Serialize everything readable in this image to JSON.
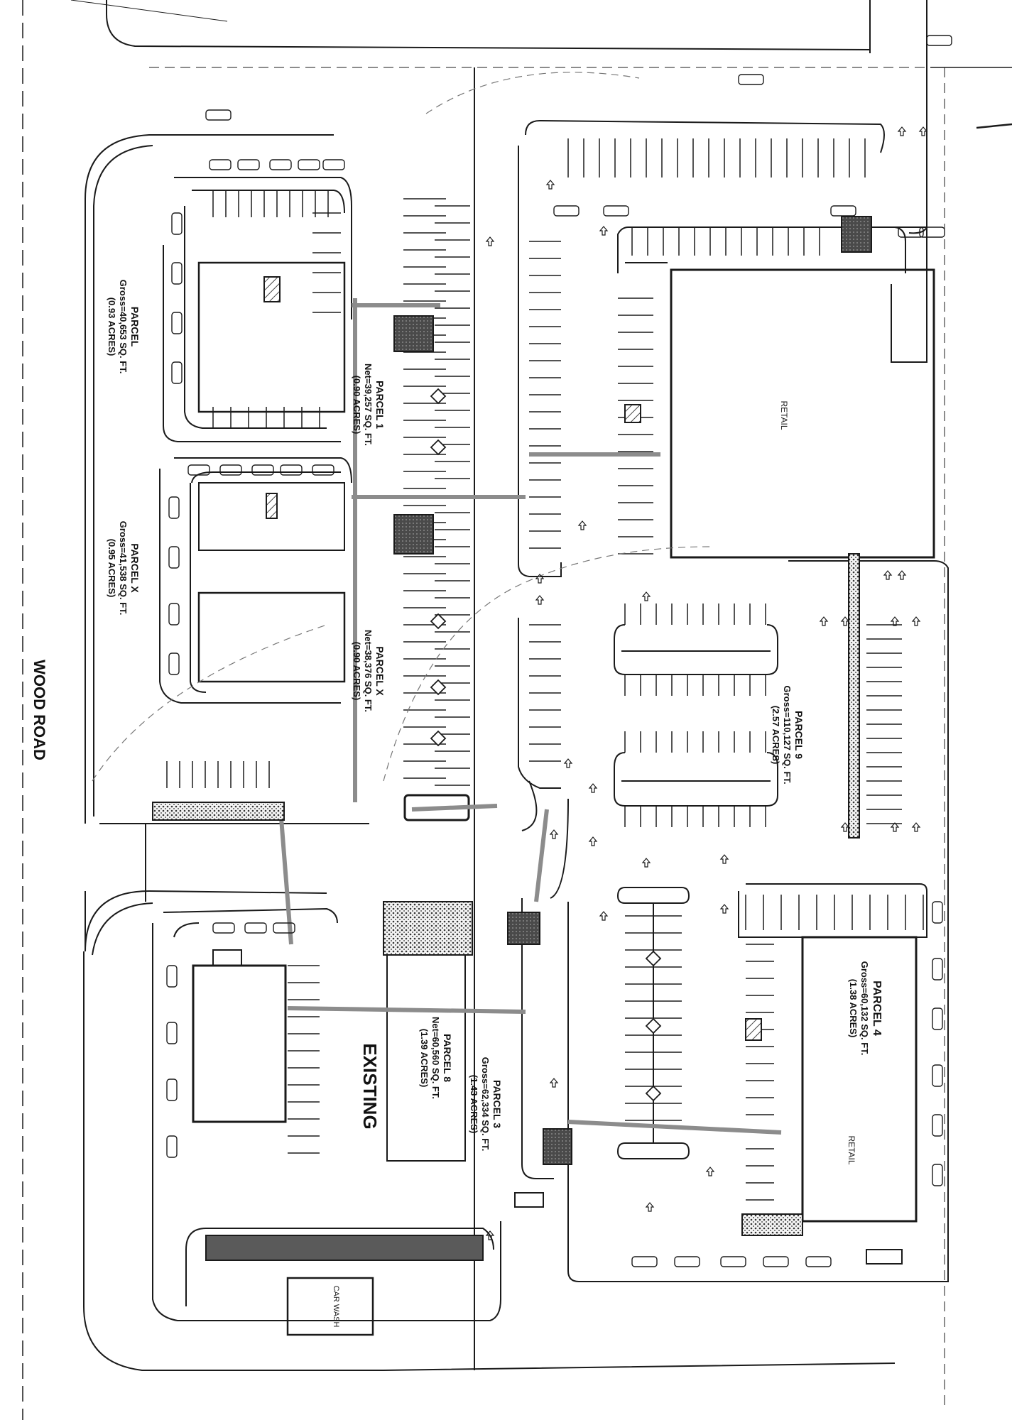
{
  "road": {
    "name": "WOOD ROAD"
  },
  "parcels": [
    {
      "id": "parcel-2",
      "title": "PARCEL",
      "gross": "Gross=40,653 SQ. FT.",
      "acres": "(0.93 ACRES)"
    },
    {
      "id": "parcel-x-west",
      "title": "PARCEL X",
      "gross": "Gross=41,538 SQ. FT.",
      "acres": "(0.95 ACRES)"
    },
    {
      "id": "parcel-1",
      "title": "PARCEL 1",
      "net": "Net=39,257 SQ. FT.",
      "acres": "(0.90 ACRES)"
    },
    {
      "id": "parcel-x-mid",
      "title": "PARCEL X",
      "net": "Net=38,376 SQ. FT.",
      "acres": "(0.90 ACRES)"
    },
    {
      "id": "parcel-9",
      "title": "PARCEL 9",
      "gross": "Gross=110,127 SQ. FT.",
      "acres": "(2.57 ACRES)"
    },
    {
      "id": "parcel-4",
      "title": "PARCEL 4",
      "gross": "Gross=60,132 SQ. FT.",
      "acres": "(1.38 ACRES)"
    },
    {
      "id": "parcel-3",
      "title": "PARCEL 3",
      "gross": "Gross=62,334 SQ. FT.",
      "acres": "(1.43 ACRES)"
    },
    {
      "id": "parcel-8",
      "title": "PARCEL 8",
      "net": "Net=60,560 SQ. FT.",
      "acres": "(1.39 ACRES)"
    }
  ],
  "labels": {
    "existing": "EXISTING",
    "retail_main": "RETAIL",
    "retail_4": "RETAIL",
    "car_wash": "CAR WASH"
  },
  "colors": {
    "line": "#1a1a1a",
    "hatch": "#555555",
    "fill_dark": "#3a3a3a",
    "walk": "#9a9a9a"
  }
}
